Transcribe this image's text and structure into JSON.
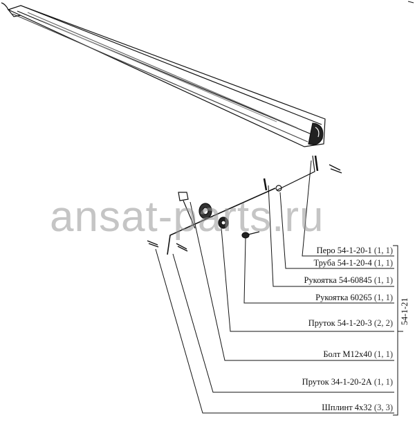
{
  "watermark": "ansat-parts.ru",
  "assembly_number": "54-1-21",
  "parts": [
    {
      "name": "Перо 54-1-20-1",
      "qty": "(1, 1)"
    },
    {
      "name": "Труба 54-1-20-4",
      "qty": "(1, 1)"
    },
    {
      "name": "Рукоятка 54-60845",
      "qty": "(1, 1)"
    },
    {
      "name": "Рукоятка 60265",
      "qty": "(1, 1)"
    },
    {
      "name": "Пруток 54-1-20-3",
      "qty": "(2, 2)"
    },
    {
      "name": "Болт М12х40",
      "qty": "(1, 1)"
    },
    {
      "name": "Пруток 34-1-20-2А",
      "qty": "(1, 1)"
    },
    {
      "name": "Шплинт 4х32",
      "qty": "(3, 3)"
    }
  ]
}
